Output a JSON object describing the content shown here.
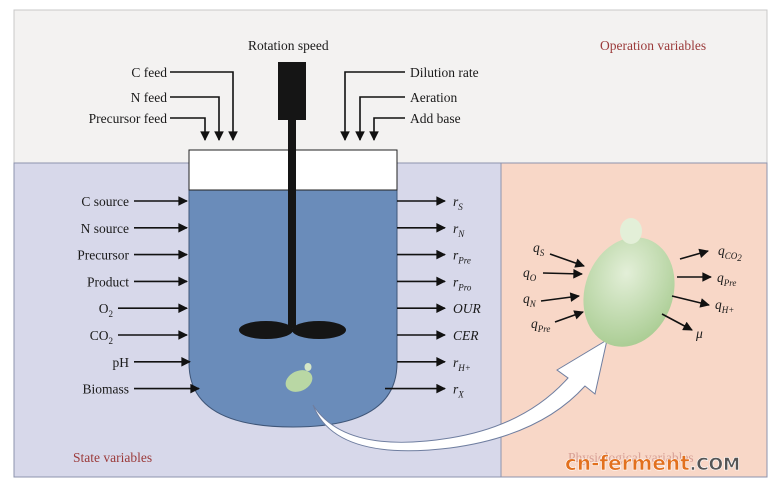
{
  "sections": {
    "operation": "Operation variables",
    "state": "State variables",
    "physiological": "Physiological variables"
  },
  "operation_inputs": {
    "rotation": "Rotation speed",
    "left": [
      "C feed",
      "N feed",
      "Precursor feed"
    ],
    "right": [
      "Dilution rate",
      "Aeration",
      "Add base"
    ]
  },
  "state_inputs": [
    {
      "base": "C source",
      "sub": ""
    },
    {
      "base": "N source",
      "sub": ""
    },
    {
      "base": "Precursor",
      "sub": ""
    },
    {
      "base": "Product",
      "sub": ""
    },
    {
      "base": "O",
      "sub": "2"
    },
    {
      "base": "CO",
      "sub": "2"
    },
    {
      "base": "pH",
      "sub": ""
    },
    {
      "base": "Biomass",
      "sub": ""
    }
  ],
  "state_outputs": [
    {
      "base": "r",
      "sub": "S",
      "italic_sub": false
    },
    {
      "base": "r",
      "sub": "N",
      "italic_sub": false
    },
    {
      "base": "r",
      "sub": "Pre",
      "italic_sub": true
    },
    {
      "base": "r",
      "sub": "Pro",
      "italic_sub": true
    },
    {
      "base": "OUR",
      "sub": "",
      "italic_sub": true
    },
    {
      "base": "CER",
      "sub": "",
      "italic_sub": true
    },
    {
      "base": "r",
      "sub": "H+",
      "italic_sub": true
    },
    {
      "base": "r",
      "sub": "X",
      "italic_sub": true
    }
  ],
  "cell_inputs": [
    {
      "base": "q",
      "sub": "S"
    },
    {
      "base": "q",
      "sub": "O"
    },
    {
      "base": "q",
      "sub": "N"
    },
    {
      "base": "q",
      "sub": "Pre"
    }
  ],
  "cell_outputs": [
    {
      "base": "q",
      "sub": "CO",
      "sub2": "2"
    },
    {
      "base": "q",
      "sub": "Pre",
      "sub2": ""
    },
    {
      "base": "q",
      "sub": "H+",
      "sub2": ""
    },
    {
      "base": "μ",
      "sub": "",
      "sub2": ""
    }
  ],
  "watermark": {
    "main": "cn-ferment",
    "suffix": ".COM"
  },
  "colors": {
    "operation_bg": "#f3f2f1",
    "state_bg": "#d7d8ea",
    "physio_bg": "#f8d7c7",
    "liquid": "#6a8cba",
    "section_label": "#9b3a3a",
    "cell": "#b9d7a4",
    "watermark": "#e2701e",
    "watermark_suffix": "#555555"
  }
}
